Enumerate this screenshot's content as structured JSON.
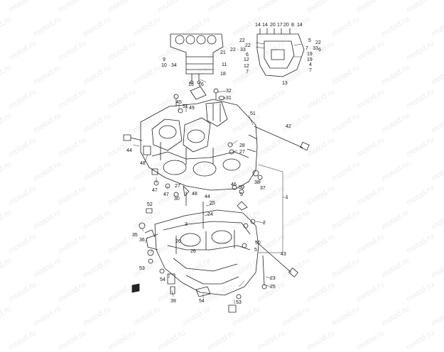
{
  "watermark": "motod.ru",
  "part_labels": {
    "p1": "1",
    "p2": "2",
    "p3": "3",
    "p4": "4",
    "p5": "5",
    "p6": "6",
    "p7": "7",
    "p8": "8",
    "p9": "9",
    "p11": "11",
    "p12": "12",
    "p13": "13",
    "p14": "14",
    "p15": "15",
    "p16": "16",
    "p17": "17",
    "p18": "18",
    "p19": "19",
    "p20": "20",
    "p21": "21",
    "p22": "22",
    "p23": "23",
    "p24": "24",
    "p25": "25",
    "p26": "26",
    "p27": "27",
    "p28": "28",
    "p30": "30",
    "p31": "31",
    "p32": "32",
    "p35": "35",
    "p36": "36",
    "p37": "37",
    "p38": "38",
    "p39": "39",
    "p42": "42",
    "p43": "43",
    "p44": "44",
    "p45": "45",
    "p46": "46",
    "p47": "47",
    "p48": "48",
    "p49": "49",
    "p50": "50",
    "p51": "51",
    "p52": "52",
    "p53": "53",
    "p54": "54",
    "p10_34": "10 · 34",
    "p22_33": "22 · 33",
    "p7_33": "7 · 33"
  }
}
